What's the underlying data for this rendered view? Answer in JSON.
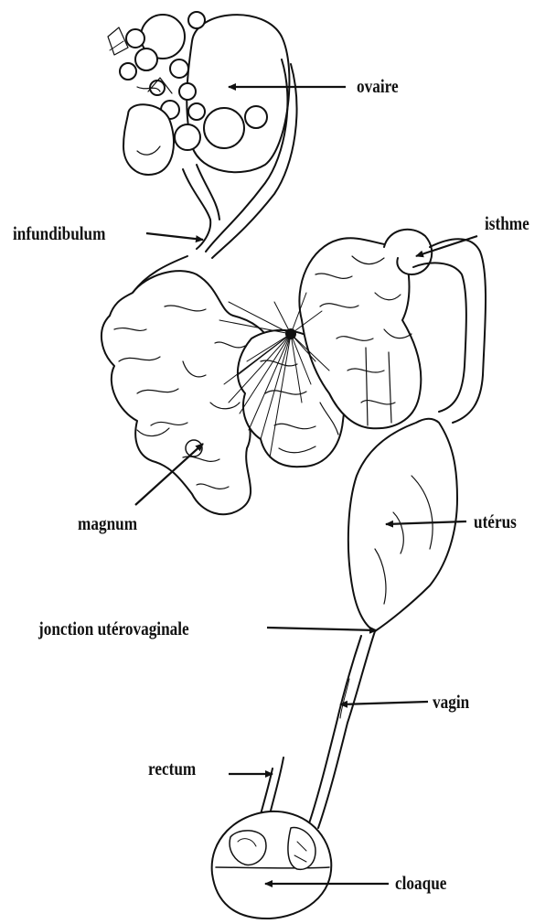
{
  "labels": {
    "ovaire": "ovaire",
    "infundibulum": "infundibulum",
    "isthme": "isthme",
    "magnum": "magnum",
    "uterus": "utérus",
    "jonction": "jonction utérovaginale",
    "vagin": "vagin",
    "rectum": "rectum",
    "cloaque": "cloaque"
  },
  "colors": {
    "ink": "#111111",
    "paper": "#ffffff"
  }
}
